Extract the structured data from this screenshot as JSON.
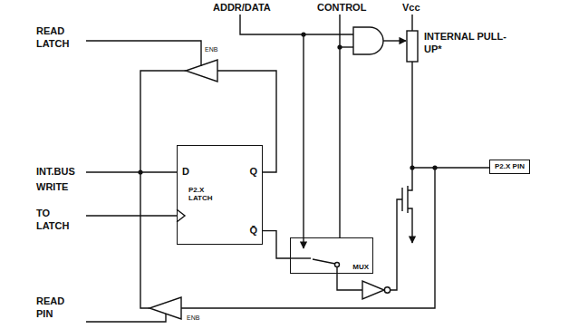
{
  "diagram": {
    "nodes": [
      {
        "text": [
          "D",
          "Q",
          "P2.X LATCH",
          "Q̄"
        ]
      },
      {
        "text": [
          "MUX"
        ]
      },
      {
        "text": [
          "P2.X PIN"
        ]
      }
    ],
    "edges": [
      {
        "from": 0,
        "to": 1,
        "arrow": "none"
      }
    ],
    "labels": [
      "READ LATCH",
      "ENB",
      "ADDR/DATA",
      "CONTROL",
      "Vcc",
      "INTERNAL PULL-UP*",
      "INT.BUS",
      "WRITE",
      "TO LATCH",
      "READ PIN",
      "ENB"
    ]
  }
}
